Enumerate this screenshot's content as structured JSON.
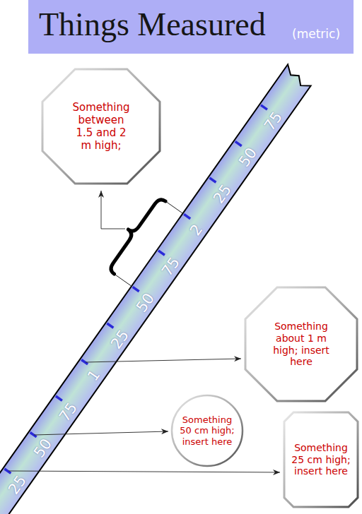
{
  "diagram": {
    "title": "Things Measured",
    "nodes": [
      {
        "text": [
          "Something between 1.5 and 2 m high;"
        ]
      },
      {
        "text": [
          "Something about 1 m high; insert here"
        ]
      },
      {
        "text": [
          "Something 50 cm high; insert here"
        ]
      },
      {
        "text": [
          "Something 25 cm high; insert here"
        ]
      }
    ],
    "labels": [
      "(metric)",
      "25",
      "50",
      "75",
      "1",
      "25",
      "50",
      "75",
      "2",
      "25",
      "50",
      "75"
    ]
  }
}
